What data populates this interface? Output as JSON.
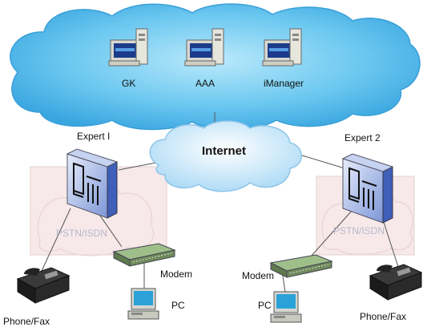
{
  "cloud_top": {
    "servers": [
      {
        "label": "GK",
        "icon": "server-computer-icon"
      },
      {
        "label": "AAA",
        "icon": "server-computer-icon"
      },
      {
        "label": "iManager",
        "icon": "server-computer-icon"
      }
    ]
  },
  "internet": {
    "label": "Internet"
  },
  "sites": [
    {
      "expert": "Expert I",
      "network": "PSTN/ISDN",
      "modem": "Modem",
      "pc": "PC",
      "phone": "Phone/Fax"
    },
    {
      "expert": "Expert 2",
      "network": "PSTN/ISDN",
      "modem": "Modem",
      "pc": "PC",
      "phone": "Phone/Fax"
    }
  ],
  "colors": {
    "top_cloud": "#5ec0ee",
    "internet_cloud": "#b8e1f7",
    "pstn_panel": "#f6e7e7",
    "expert_device": "#8ea8df"
  }
}
